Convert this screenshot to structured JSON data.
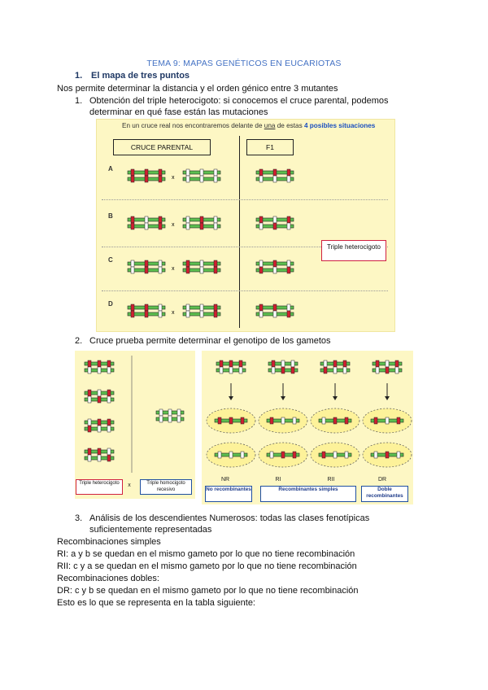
{
  "header": {
    "title": "TEMA 9: MAPAS GENÉTICOS EN EUCARIOTAS"
  },
  "section1": {
    "number": "1.",
    "heading": "El mapa de tres puntos"
  },
  "paragraphs": {
    "intro": "Nos permite determinar la distancia y el orden génico entre 3 mutantes",
    "item1_num": "1.",
    "item1_line1": "Obtención del triple heterocigoto: si conocemos el cruce parental, podemos",
    "item1_line2": "determinar en qué fase están las mutaciones",
    "item2_num": "2.",
    "item2": "Cruce prueba permite determinar el genotipo de los gametos",
    "item3_num": "3.",
    "item3_line1": "Análisis de los descendientes Numerosos: todas las clases fenotípicas",
    "item3_line2": "suficientemente representadas",
    "rs_heading": "Recombinaciones simples",
    "ri": "RI: a y b se quedan en el mismo gameto por lo que no tiene recombinación",
    "rii": "RII: c y a se quedan en el mismo gameto por lo que no tiene recombinación",
    "rd_heading": "Recombinaciones dobles:",
    "dr": "DR: c y b se quedan en el mismo gameto por lo que no tiene recombinación",
    "closing": "Esto es lo que se representa en la tabla siguiente:"
  },
  "figure1": {
    "caption_pre": "En un cruce real nos encontraremos delante de ",
    "caption_u": "una",
    "caption_mid": " de estas ",
    "caption_hl": "4 posibles situaciones",
    "header_left": "CRUCE PARENTAL",
    "header_right": "F1",
    "rows": [
      "A",
      "B",
      "C",
      "D"
    ],
    "triple_label": "Triple heterocigoto",
    "cross_symbol": "x"
  },
  "figure2": {
    "left_box1": "Triple heterocigoto",
    "left_box2": "Triple homocigoto recesivo",
    "cross_symbol": "x",
    "classes": [
      "NR",
      "RI",
      "RII",
      "DR"
    ],
    "box_nr": "No recombinantes",
    "box_simple": "Recombinantes simples",
    "box_double": "Doble recombinantes"
  },
  "colors": {
    "title": "#4472c4",
    "heading": "#1f3864",
    "figure_bg": "#fdf7c4",
    "chromosome_green": "#5cbf4f",
    "mutation_red": "#d02030",
    "wild_white": "#ffffff",
    "triple_border": "#d02040",
    "class_box_border": "#1f4fa0"
  }
}
